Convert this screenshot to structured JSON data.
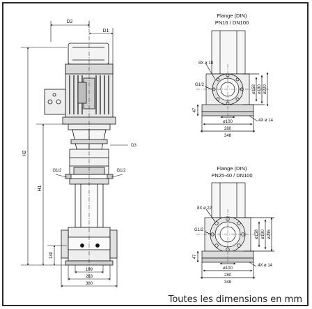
{
  "main_view": {
    "d2": "D2",
    "d1": "D1",
    "d3": "D3",
    "h2": "H2",
    "h1": "H1",
    "g_left": "G1/2",
    "g_right": "G1/2",
    "h140": "140",
    "w199": "199",
    "w263": "263",
    "w380": "380"
  },
  "flange_din16": {
    "title": "Flange (DIN)",
    "subtitle": "PN16 / DN100",
    "holes": "8X ø 18",
    "g": "G1/2",
    "d158": "ø158",
    "d180": "ø180",
    "d220": "ø220",
    "d47": "47",
    "d100": "ø100",
    "w280": "280",
    "w348": "348",
    "feet": "4X ø 14"
  },
  "flange_din25": {
    "title": "Flange (DIN)",
    "subtitle": "PN25-40 / DN100",
    "holes": "8X ø 22",
    "g": "G1/2",
    "d158": "ø158",
    "d190": "ø190",
    "d235": "ø235",
    "d47": "47",
    "d100": "ø100",
    "w280": "280",
    "w348": "348",
    "feet": "4X ø 14"
  },
  "footer": "Toutes les dimensions en mm"
}
